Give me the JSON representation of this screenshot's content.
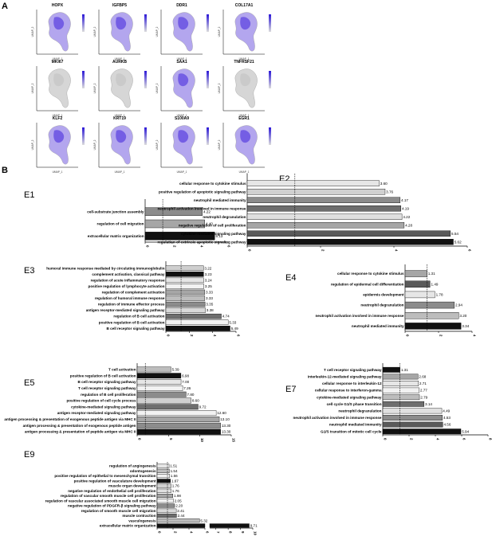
{
  "panel_a": {
    "letter": "A",
    "axis_x": "UMAP_1",
    "axis_y": "UMAP_2",
    "genes": [
      "HOPX",
      "IGFBP5",
      "DDR1",
      "COL17A1",
      "MKI67",
      "AURKB",
      "SAA1",
      "TNFRSF21",
      "KLF2",
      "KRT19",
      "S100A9",
      "EGR1"
    ]
  },
  "panel_b": {
    "letter": "B"
  },
  "chart_data": [
    {
      "id": "E1",
      "type": "bar",
      "title": "E1",
      "xlim": [
        0,
        6
      ],
      "xticks": [
        0,
        2,
        4,
        6
      ],
      "threshold": 1.3,
      "categories": [
        "cell-substrate junction assembly",
        "regulation of cell migration",
        "extracellular matrix organization"
      ],
      "values": [
        4.22,
        4.4,
        5.13
      ],
      "value_labels": [
        "4.22",
        "4.40",
        "5.13"
      ],
      "colors": [
        "#8c8c8c",
        "#a6a6a6",
        "#111111"
      ]
    },
    {
      "id": "E2",
      "type": "bar",
      "title": "E2",
      "xlim": [
        0,
        6
      ],
      "xticks": [
        0,
        2,
        4,
        6
      ],
      "threshold": 1.3,
      "categories": [
        "cellular response to cytokine stimulus",
        "positive regulation of apoptotic signaling pathway",
        "neutrophil mediated immunity",
        "neutrophil activation involved in immune response",
        "neutrophil degranulation",
        "negative regulation of cell proliferation",
        "cytokine-mediated signaling pathway",
        "regulation of extrinsic apoptotic signaling pathway"
      ],
      "values": [
        3.6,
        3.76,
        4.17,
        4.19,
        4.22,
        4.28,
        5.54,
        5.62
      ],
      "value_labels": [
        "3.60",
        "3.76",
        "4.17",
        "4.19",
        "4.22",
        "4.28",
        "5.54",
        "5.62"
      ],
      "colors": [
        "#e6e6e6",
        "#d0d0d0",
        "#8c8c8c",
        "#6e6e6e",
        "#e0e0e0",
        "#a6a6a6",
        "#5a5a5a",
        "#111111"
      ]
    },
    {
      "id": "E3",
      "type": "bar",
      "title": "E3",
      "xlim": [
        0,
        6
      ],
      "xticks": [
        0,
        2,
        4,
        6
      ],
      "threshold": 1.3,
      "categories": [
        "humoral immune response mediated by circulating immunoglobulin",
        "complement activation, classical pathway",
        "regulation of acute inflammatory response",
        "positive regulation of lymphocyte activation",
        "regulation of complement activation",
        "regulation of humoral immune response",
        "regulation of immune effector process",
        "antigen receptor-mediated signaling pathway",
        "regulation of B cell activation",
        "positive regulation of B cell activation",
        "B cell receptor signaling pathway"
      ],
      "values": [
        3.22,
        3.23,
        3.24,
        3.25,
        3.33,
        3.33,
        3.35,
        3.38,
        4.74,
        5.33,
        5.49
      ],
      "value_labels": [
        "3.22",
        "3.23",
        "3.24",
        "3.25",
        "3.33",
        "3.33",
        "3.35",
        "3.38",
        "4.74",
        "5.33",
        "5.49"
      ],
      "colors": [
        "#cfcfcf",
        "#111111",
        "#e6e6e6",
        "#f2f2f2",
        "#a6a6a6",
        "#bdbdbd",
        "#8c8c8c",
        "#d9d9d9",
        "#6e6e6e",
        "#f2f2f2",
        "#111111"
      ]
    },
    {
      "id": "E4",
      "type": "bar",
      "title": "E4",
      "xlim": [
        0,
        4
      ],
      "xticks": [
        0,
        2,
        4
      ],
      "threshold": 1.3,
      "categories": [
        "cellular response to cytokine stimulus",
        "regulation of epidermal cell differentiation",
        "epidermis development",
        "neutrophil degranulation",
        "neutrophil activation involved in immune response",
        "neutrophil mediated immunity"
      ],
      "values": [
        1.31,
        1.49,
        1.78,
        2.94,
        3.2,
        3.34
      ],
      "value_labels": [
        "1.31",
        "1.49",
        "1.78",
        "2.94",
        "3.20",
        "3.34"
      ],
      "colors": [
        "#a6a6a6",
        "#5a5a5a",
        "#e6e6e6",
        "#8c8c8c",
        "#bdbdbd",
        "#111111"
      ]
    },
    {
      "id": "E5",
      "type": "bar",
      "title": "E5",
      "xlim": [
        0,
        15
      ],
      "xticks": [
        0,
        5,
        10,
        15
      ],
      "threshold": 1.3,
      "categories": [
        "T cell activation",
        "positive regulation of B cell activation",
        "B cell receptor signaling pathway",
        "T cell receptor signaling pathway",
        "regulation of B cell proliferation",
        "positive regulation of cell cycle process",
        "cytokine-mediated signaling pathway",
        "antigen receptor-mediated signaling pathway",
        "antigen processing & presentation of exogenous peptide antigen via MHC II",
        "antigen processing & presentation of exogenous peptide antigen",
        "antigen processing & presentation of peptide antigen via MHC II"
      ],
      "values": [
        5.39,
        6.98,
        7.0,
        7.26,
        7.8,
        8.6,
        9.72,
        12.6,
        13.1,
        13.3,
        13.3
      ],
      "value_labels": [
        "5.39",
        "6.98",
        "7.00",
        "7.26",
        "7.80",
        "8.60",
        "9.72",
        "12.60",
        "13.10",
        "13.30",
        "13.30"
      ],
      "colors": [
        "#bdbdbd",
        "#111111",
        "#e6e6e6",
        "#f2f2f2",
        "#8c8c8c",
        "#d0d0d0",
        "#6e6e6e",
        "#f2f2f2",
        "#a6a6a6",
        "#8c8c8c",
        "#111111"
      ]
    },
    {
      "id": "E7",
      "type": "bar",
      "title": "E7",
      "xlim": [
        0,
        8
      ],
      "xticks": [
        0,
        2,
        4,
        6,
        8
      ],
      "threshold": 1.3,
      "categories": [
        "T cell receptor signaling pathway",
        "interleukin-12-mediated signaling pathway",
        "cellular response to interleukin-12",
        "cellular response to interferon-gamma",
        "cytokine-mediated signaling pathway",
        "cell cycle G1/S phase transition",
        "neutrophil degranulation",
        "neutrophil activation involved in immune response",
        "neutrophil mediated immunity",
        "G1/S transition of mitotic cell cycle"
      ],
      "values": [
        1.31,
        2.68,
        2.71,
        2.77,
        2.79,
        3.14,
        4.49,
        4.53,
        4.56,
        5.94
      ],
      "value_labels": [
        "1.31",
        "2.68",
        "2.71",
        "2.77",
        "2.79",
        "3.14",
        "4.49",
        "4.53",
        "4.56",
        "5.94"
      ],
      "colors": [
        "#111111",
        "#a6a6a6",
        "#e6e6e6",
        "#f2f2f2",
        "#bdbdbd",
        "#6e6e6e",
        "#e0e0e0",
        "#8c8c8c",
        "#5a5a5a",
        "#111111"
      ]
    },
    {
      "id": "E9",
      "type": "bar",
      "title": "E9",
      "xlim": [
        0,
        10
      ],
      "xticks": [
        0,
        2,
        4,
        6,
        7,
        8,
        9,
        10
      ],
      "axis_break": [
        6,
        6.5
      ],
      "threshold": 1.3,
      "categories": [
        "regulation of angiogenesis",
        "odontogenesis",
        "positive regulation of epithelial to mesenchymal transition",
        "positive regulation of vasculature development",
        "muscle organ development",
        "negative regulation of endothelial cell proliferation",
        "regulation of vascular smooth muscle cell proliferation",
        "regulation of vascular associated smooth muscle cell migration",
        "negative regulation of PDGFR-β signaling pathway",
        "regulation of smooth muscle cell migration",
        "muscle contraction",
        "vasculogenesis",
        "extracellular matrix organization"
      ],
      "values": [
        1.51,
        1.54,
        1.56,
        1.67,
        1.76,
        1.76,
        1.98,
        2.05,
        2.2,
        2.41,
        2.44,
        5.32,
        9.71
      ],
      "value_labels": [
        "1.51",
        "1.54",
        "1.56",
        "1.67",
        "1.76",
        "1.76",
        "1.98",
        "2.05",
        "2.20",
        "2.41",
        "2.44",
        "5.32",
        "9.71"
      ],
      "colors": [
        "#e6e6e6",
        "#bdbdbd",
        "#f2f2f2",
        "#111111",
        "#d0d0d0",
        "#e0e0e0",
        "#a6a6a6",
        "#f2f2f2",
        "#8c8c8c",
        "#d9d9d9",
        "#6e6e6e",
        "#bdbdbd",
        "#111111"
      ]
    }
  ]
}
